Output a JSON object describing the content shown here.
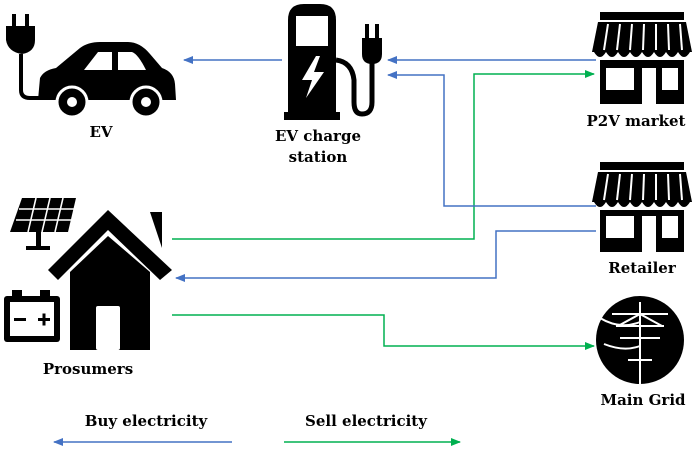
{
  "nodes": {
    "ev": {
      "label": "EV",
      "icon": "electric-car-icon"
    },
    "charge_station": {
      "label_line1": "EV charge",
      "label_line2": "station",
      "icon": "charging-station-icon"
    },
    "p2v_market": {
      "label": "P2V market",
      "icon": "storefront-icon"
    },
    "retailer": {
      "label": "Retailer",
      "icon": "storefront-icon"
    },
    "prosumers": {
      "label": "Prosumers",
      "icon": "house-solar-battery-icon"
    },
    "main_grid": {
      "label": "Main Grid",
      "icon": "power-pole-icon"
    }
  },
  "legend": {
    "buy": {
      "label": "Buy electricity",
      "color": "#4472c4"
    },
    "sell": {
      "label": "Sell electricity",
      "color": "#00b050"
    }
  }
}
